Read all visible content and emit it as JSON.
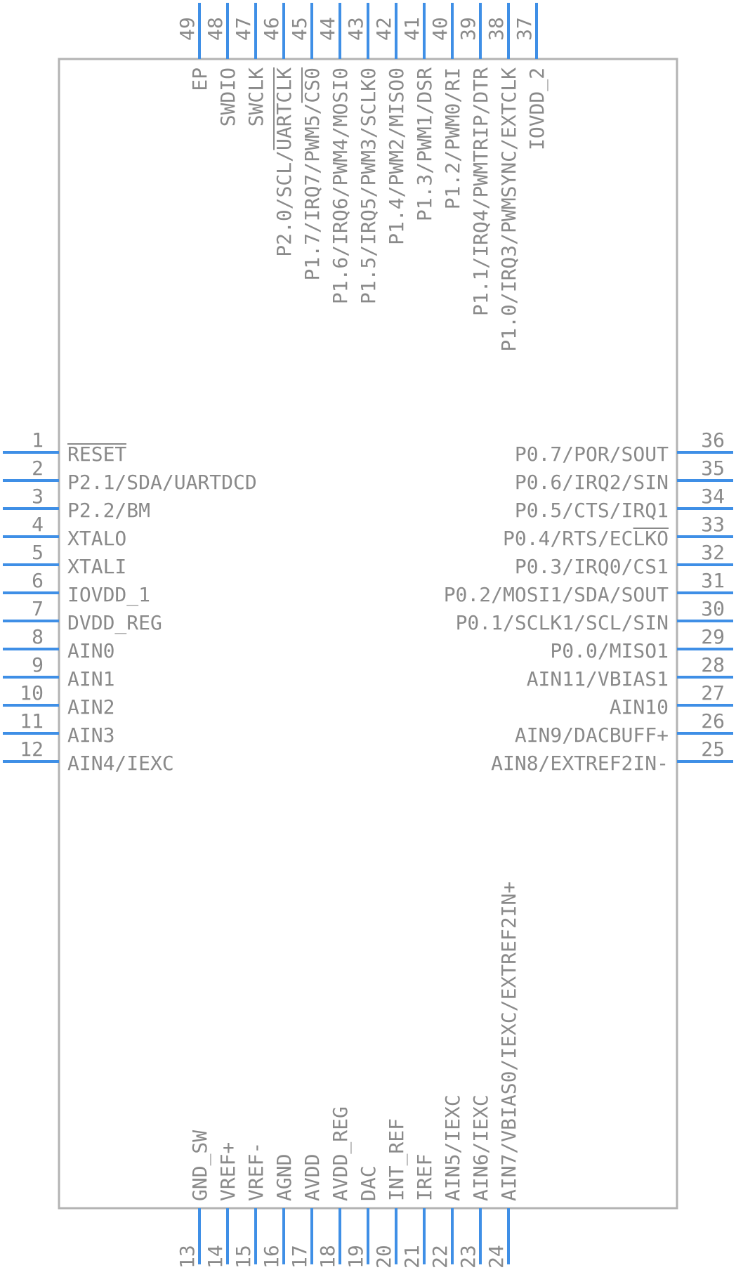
{
  "colors": {
    "body_outline": "#b3b3b3",
    "pin_line": "#3f8fe6",
    "text": "#8a8a8a"
  },
  "pins_left": [
    {
      "num": "1",
      "label": "RESET",
      "overline": "RESET"
    },
    {
      "num": "2",
      "label": "P2.1/SDA/UARTDCD"
    },
    {
      "num": "3",
      "label": "P2.2/BM"
    },
    {
      "num": "4",
      "label": "XTALO"
    },
    {
      "num": "5",
      "label": "XTALI"
    },
    {
      "num": "6",
      "label": "IOVDD_1"
    },
    {
      "num": "7",
      "label": "DVDD_REG"
    },
    {
      "num": "8",
      "label": "AIN0"
    },
    {
      "num": "9",
      "label": "AIN1"
    },
    {
      "num": "10",
      "label": "AIN2"
    },
    {
      "num": "11",
      "label": "AIN3"
    },
    {
      "num": "12",
      "label": "AIN4/IEXC"
    }
  ],
  "pins_right": [
    {
      "num": "36",
      "label": "P0.7/POR/SOUT"
    },
    {
      "num": "35",
      "label": "P0.6/IRQ2/SIN"
    },
    {
      "num": "34",
      "label": "P0.5/CTS/IRQ1"
    },
    {
      "num": "33",
      "label": "P0.4/RTS/ECLKO",
      "overline": "LKO"
    },
    {
      "num": "32",
      "label": "P0.3/IRQ0/CS1"
    },
    {
      "num": "31",
      "label": "P0.2/MOSI1/SDA/SOUT"
    },
    {
      "num": "30",
      "label": "P0.1/SCLK1/SCL/SIN"
    },
    {
      "num": "29",
      "label": "P0.0/MISO1"
    },
    {
      "num": "28",
      "label": "AIN11/VBIAS1"
    },
    {
      "num": "27",
      "label": "AIN10"
    },
    {
      "num": "26",
      "label": "AIN9/DACBUFF+"
    },
    {
      "num": "25",
      "label": "AIN8/EXTREF2IN-"
    }
  ],
  "pins_top": [
    {
      "num": "49",
      "label": "EP"
    },
    {
      "num": "48",
      "label": "SWDIO"
    },
    {
      "num": "47",
      "label": "SWCLK"
    },
    {
      "num": "46",
      "label": "P2.0/SCL/UARTCLK",
      "overline": "UARTCLK"
    },
    {
      "num": "45",
      "label": "P1.7/IRQ7/PWM5/CS0",
      "overline": "CS0"
    },
    {
      "num": "44",
      "label": "P1.6/IRQ6/PWM4/MOSI0"
    },
    {
      "num": "43",
      "label": "P1.5/IRQ5/PWM3/SCLK0"
    },
    {
      "num": "42",
      "label": "P1.4/PWM2/MISO0"
    },
    {
      "num": "41",
      "label": "P1.3/PWM1/DSR"
    },
    {
      "num": "40",
      "label": "P1.2/PWM0/RI"
    },
    {
      "num": "39",
      "label": "P1.1/IRQ4/PWMTRIP/DTR"
    },
    {
      "num": "38",
      "label": "P1.0/IRQ3/PWMSYNC/EXTCLK"
    },
    {
      "num": "37",
      "label": "IOVDD_2"
    }
  ],
  "pins_bottom": [
    {
      "num": "13",
      "label": "GND_SW"
    },
    {
      "num": "14",
      "label": "VREF+"
    },
    {
      "num": "15",
      "label": "VREF-"
    },
    {
      "num": "16",
      "label": "AGND"
    },
    {
      "num": "17",
      "label": "AVDD"
    },
    {
      "num": "18",
      "label": "AVDD_REG"
    },
    {
      "num": "19",
      "label": "DAC"
    },
    {
      "num": "20",
      "label": "INT_REF"
    },
    {
      "num": "21",
      "label": "IREF"
    },
    {
      "num": "22",
      "label": "AIN5/IEXC"
    },
    {
      "num": "23",
      "label": "AIN6/IEXC"
    },
    {
      "num": "24",
      "label": "AIN7/VBIAS0/IEXC/EXTREF2IN+"
    }
  ]
}
